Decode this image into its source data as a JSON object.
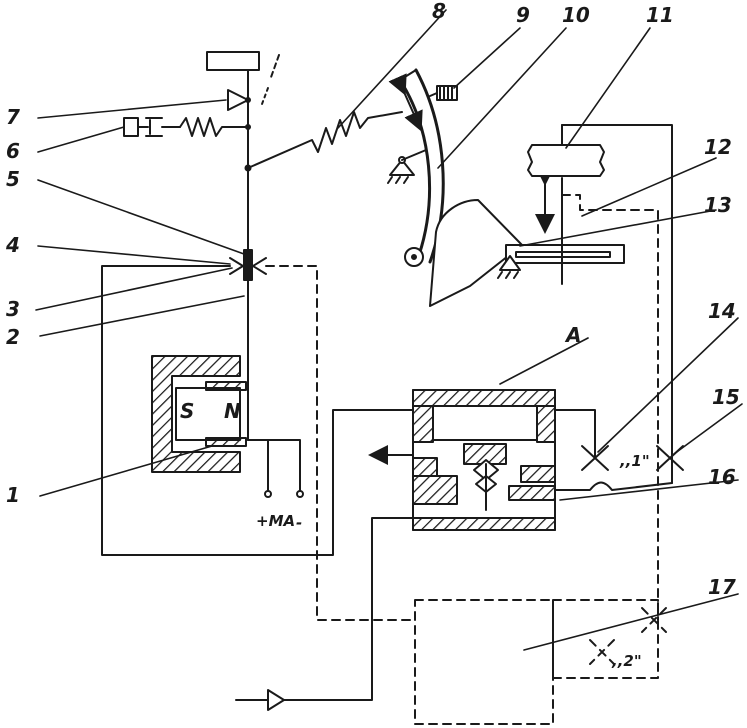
{
  "labels": {
    "n1": "1",
    "n2": "2",
    "n3": "3",
    "n4": "4",
    "n5": "5",
    "n6": "6",
    "n7": "7",
    "n8": "8",
    "n9": "9",
    "n10": "10",
    "n11": "11",
    "n12": "12",
    "n13": "13",
    "n14": "14",
    "n15": "15",
    "n16": "16",
    "n17": "17",
    "A": "A"
  },
  "magnet": {
    "south": "S",
    "north": "N"
  },
  "terminals": {
    "plus": "+MA",
    "minus": "-"
  },
  "nozzles": {
    "first": ",,1\"",
    "second": ",,2\""
  },
  "colors": {
    "ink": "#1a1a1a",
    "paper": "#ffffff"
  }
}
